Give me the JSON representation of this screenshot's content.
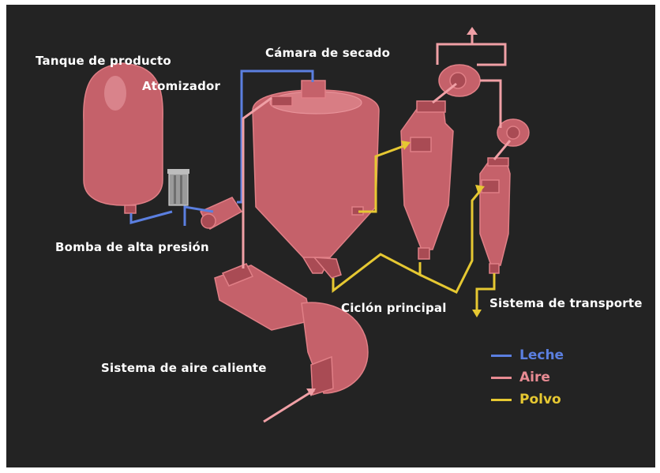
{
  "labels": {
    "tanque": "Tanque de producto",
    "atomizador": "Atomizador",
    "camara": "Cámara de secado",
    "bomba": "Bomba de alta presión",
    "ciclon": "Ciclón principal",
    "transporte": "Sistema de transporte",
    "aire_caliente": "Sistema de aire caliente"
  },
  "legend": [
    {
      "label": "Leche",
      "color": "#5b7fe0"
    },
    {
      "label": "Aire",
      "color": "#e88b93"
    },
    {
      "label": "Polvo",
      "color": "#e6c832"
    }
  ],
  "colors": {
    "background": "#232323",
    "equipment": "#c5616a",
    "leche_line": "#5b7fe0",
    "aire_line": "#f0a0a6",
    "polvo_line": "#e6c832"
  }
}
